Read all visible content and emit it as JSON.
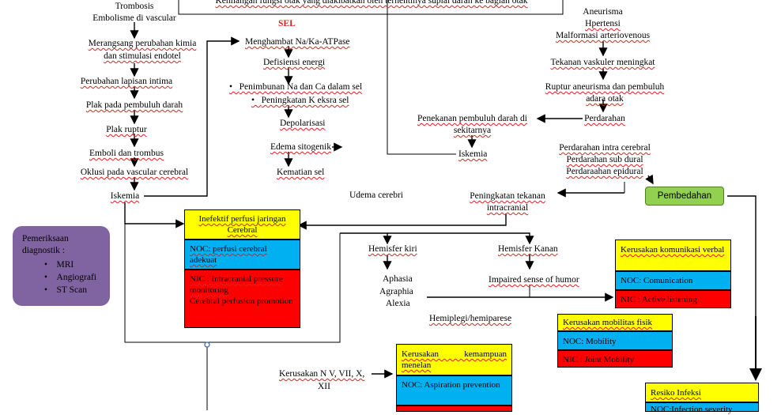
{
  "top_box": "Kehilangan fungsi otak yang diakibatkan oleh terhentinya suplai darah ke bagian otak",
  "sel_label": "SEL",
  "left_chain": {
    "trombosis": "Trombosis",
    "embolisme": "Embolisme di vascular",
    "merangsang_1": "Merangsang perubahan kimia",
    "merangsang_2": "dan stimulasi endotel",
    "perubahan": "Perubahan lapisan intima",
    "plak": "Plak pada pembuluh darah",
    "plak_ruptur": "Plak ruptur",
    "emboli": "Emboli dan trombus",
    "oklusi": "Oklusi pada vascular cerebral",
    "iskemia": "Iskemia"
  },
  "middle_chain": {
    "menghambat": "Menghambat Na/Ka-ATPase",
    "defisiensi": "Defisiensi energi",
    "penimbunan": "Penimbunan Na dan Ca dalam sel",
    "peningkatan_k": "Peningkatan K eksra sel",
    "depolarisasi": "Depolarisasi",
    "edema": "Edema sitogenik",
    "kematian": "Kematian sel",
    "udema": "Udema cerebri"
  },
  "right_chain": {
    "aneurisma": "Aneurisma",
    "hipertensi": "Hpertensi",
    "malformasi": "Malformasi arteriovenous",
    "tekanan": "Tekanan vaskuler meningkat",
    "ruptur_1": "Ruptur aneurisma dan pembuluh",
    "ruptur_2": "adara otak",
    "perdarahan": "Perdarahan",
    "penekanan_1": "Penekanan pembuluh darah di",
    "penekanan_2": "sekitarnya",
    "iskemia2": "Iskemia",
    "intra": "Perdarahan intra cerebral",
    "subdural": "Perdarahan sub dural",
    "epidural": "Perdaraahan epidural",
    "pembedahan": "Pembedahan",
    "peningkatan_tik_1": "Peningkatan tekanan",
    "peningkatan_tik_2": "intracranial"
  },
  "hemisphere": {
    "kiri": "Hemisfer kiri",
    "kanan": "Hemisfer Kanan",
    "aphasia": "Aphasia",
    "agraphia": "Agraphia",
    "alexia": "Alexia",
    "impaired": "Impaired sense of humor",
    "hemiplegi": "Hemiplegi/hemiparese",
    "kerusakan_n": "Kerusakan N V, VII, X,",
    "xii": "XII"
  },
  "pemeriksaan": {
    "title_1": "Pemeriksaan",
    "title_2": "diagnostik :",
    "items": [
      "MRI",
      "Angiografi",
      "ST Scan"
    ]
  },
  "box_perfusi": {
    "title": "Inefektif perfusi jaringan Cerebral",
    "noc": "NOC: perfusi cerebral adekuat",
    "nic_1": "NIC : Intracranial pressure monitoring",
    "nic_2": "Cerebral perfusion promotion"
  },
  "box_komunikasi": {
    "title": "Kerusakan komunikasi verbal",
    "noc": "NOC: Comunication",
    "nic": "NIC : Active listening"
  },
  "box_mobilitas": {
    "title": "Kerusakan mobilitas fisik",
    "noc": "NOC: Mobility",
    "nic": "NIC : Joint Mobility"
  },
  "box_menelan": {
    "title": "Kerusakan kemampuan menelan",
    "noc": "NOC: Aspiration prevention"
  },
  "box_infeksi": {
    "title": "Resiko Infeksi",
    "noc": "NOC:Infection severity"
  },
  "colors": {
    "yellow": "#ffff00",
    "blue": "#00b0f0",
    "red": "#ff0000",
    "green": "#92d050",
    "purple": "#8064a2"
  }
}
